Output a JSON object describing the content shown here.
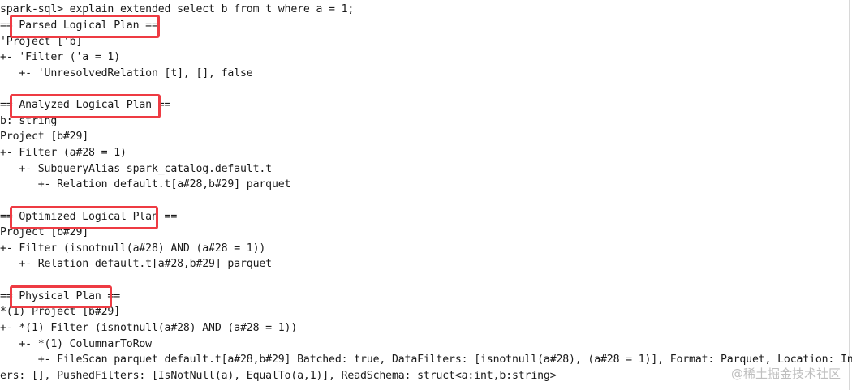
{
  "terminal": {
    "prompt": "spark-sql> explain extended select b from t where a = 1;",
    "sections": [
      {
        "header": "== Parsed Logical Plan ==",
        "lines": [
          "'Project ['b]",
          "+- 'Filter ('a = 1)",
          "   +- 'UnresolvedRelation [t], [], false"
        ]
      },
      {
        "header": "== Analyzed Logical Plan ==",
        "lines": [
          "b: string",
          "Project [b#29]",
          "+- Filter (a#28 = 1)",
          "   +- SubqueryAlias spark_catalog.default.t",
          "      +- Relation default.t[a#28,b#29] parquet"
        ]
      },
      {
        "header": "== Optimized Logical Plan ==",
        "lines": [
          "Project [b#29]",
          "+- Filter (isnotnull(a#28) AND (a#28 = 1))",
          "   +- Relation default.t[a#28,b#29] parquet"
        ]
      },
      {
        "header": "== Physical Plan ==",
        "lines": [
          "*(1) Project [b#29]",
          "+- *(1) Filter (isnotnull(a#28) AND (a#28 = 1))",
          "   +- *(1) ColumnarToRow",
          "      +- FileScan parquet default.t[a#28,b#29] Batched: true, DataFilters: [isnotnull(a#28), (a#28 = 1)], Format: Parquet, Location: InMemory",
          "ers: [], PushedFilters: [IsNotNull(a), EqualTo(a,1)], ReadSchema: struct<a:int,b:string>"
        ]
      }
    ]
  },
  "watermark": "@稀土掘金技术社区",
  "colors": {
    "highlight": "#ee3b43",
    "text": "#1a1a1a",
    "background": "#ffffff"
  }
}
